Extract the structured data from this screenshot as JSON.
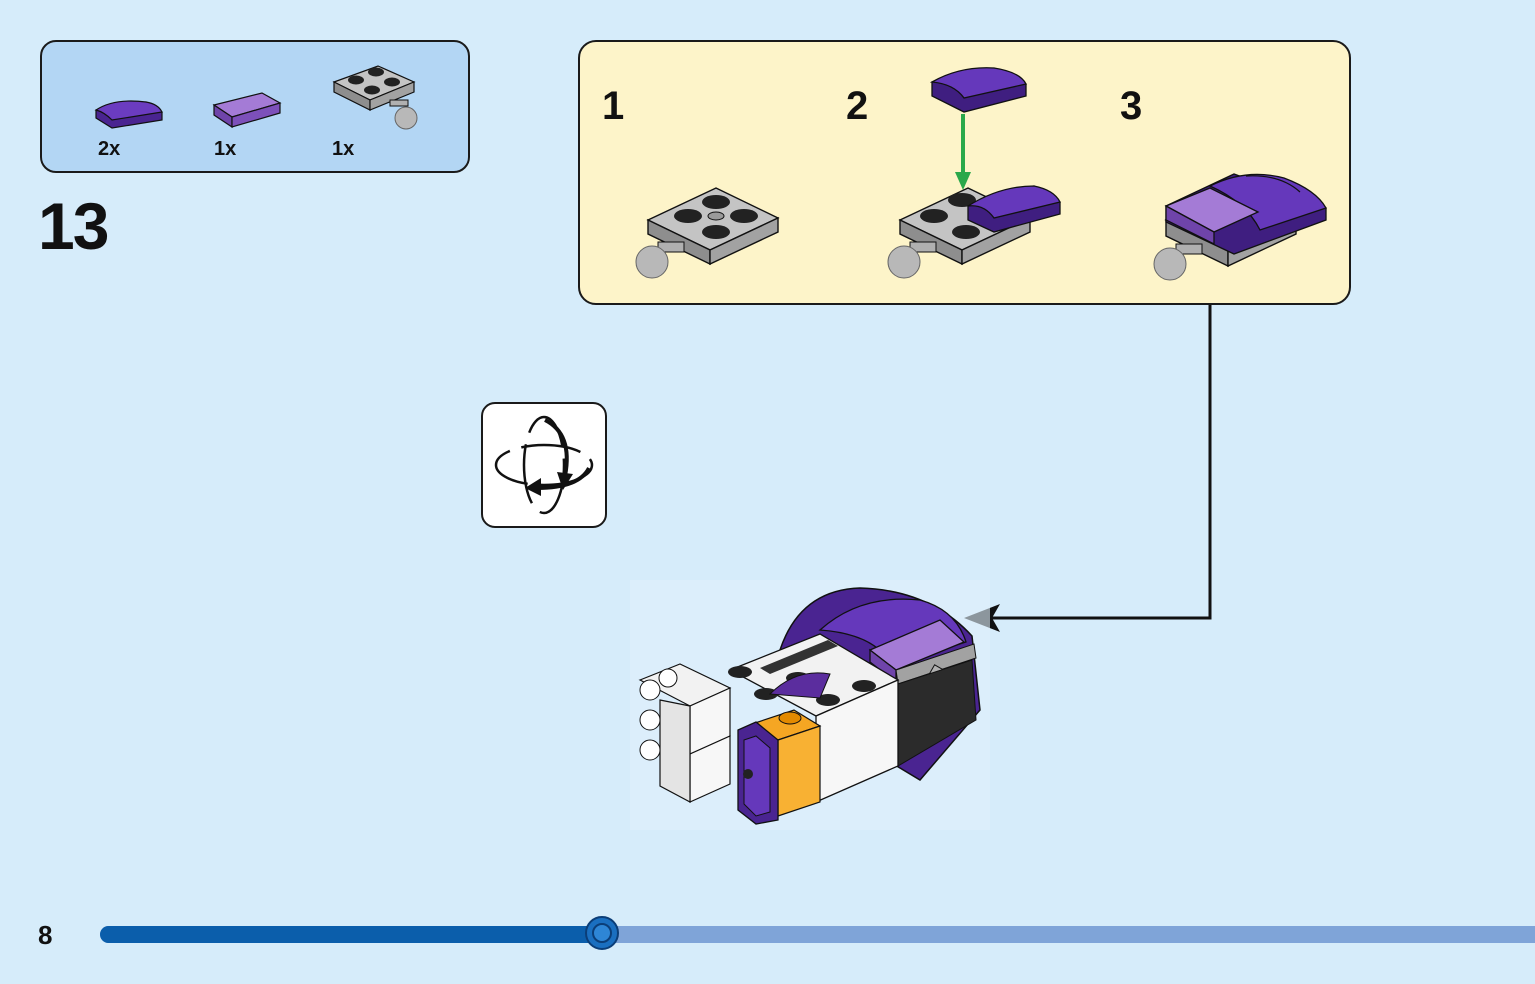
{
  "parts_list": {
    "items": [
      {
        "name": "curved-slope-purple",
        "qty": "2x"
      },
      {
        "name": "tile-lavender",
        "qty": "1x"
      },
      {
        "name": "plate-with-ball-gray",
        "qty": "1x"
      }
    ]
  },
  "step": {
    "number": "13"
  },
  "sub_steps": [
    {
      "number": "1"
    },
    {
      "number": "2"
    },
    {
      "number": "3"
    }
  ],
  "rotate": {
    "icon": "rotate-model-icon"
  },
  "footer": {
    "page_number": "8",
    "progress_fraction": 0.35
  },
  "colors": {
    "background": "#d6ecfa",
    "parts_box": "#b3d6f4",
    "sub_box": "#fdf4c9",
    "purple": "#5b2d9e",
    "lavender": "#9464c8",
    "gray": "#a8a8a8",
    "arrow_green": "#2aa84a",
    "progress_dark": "#0b5eab",
    "progress_light": "#7fa4d8"
  }
}
